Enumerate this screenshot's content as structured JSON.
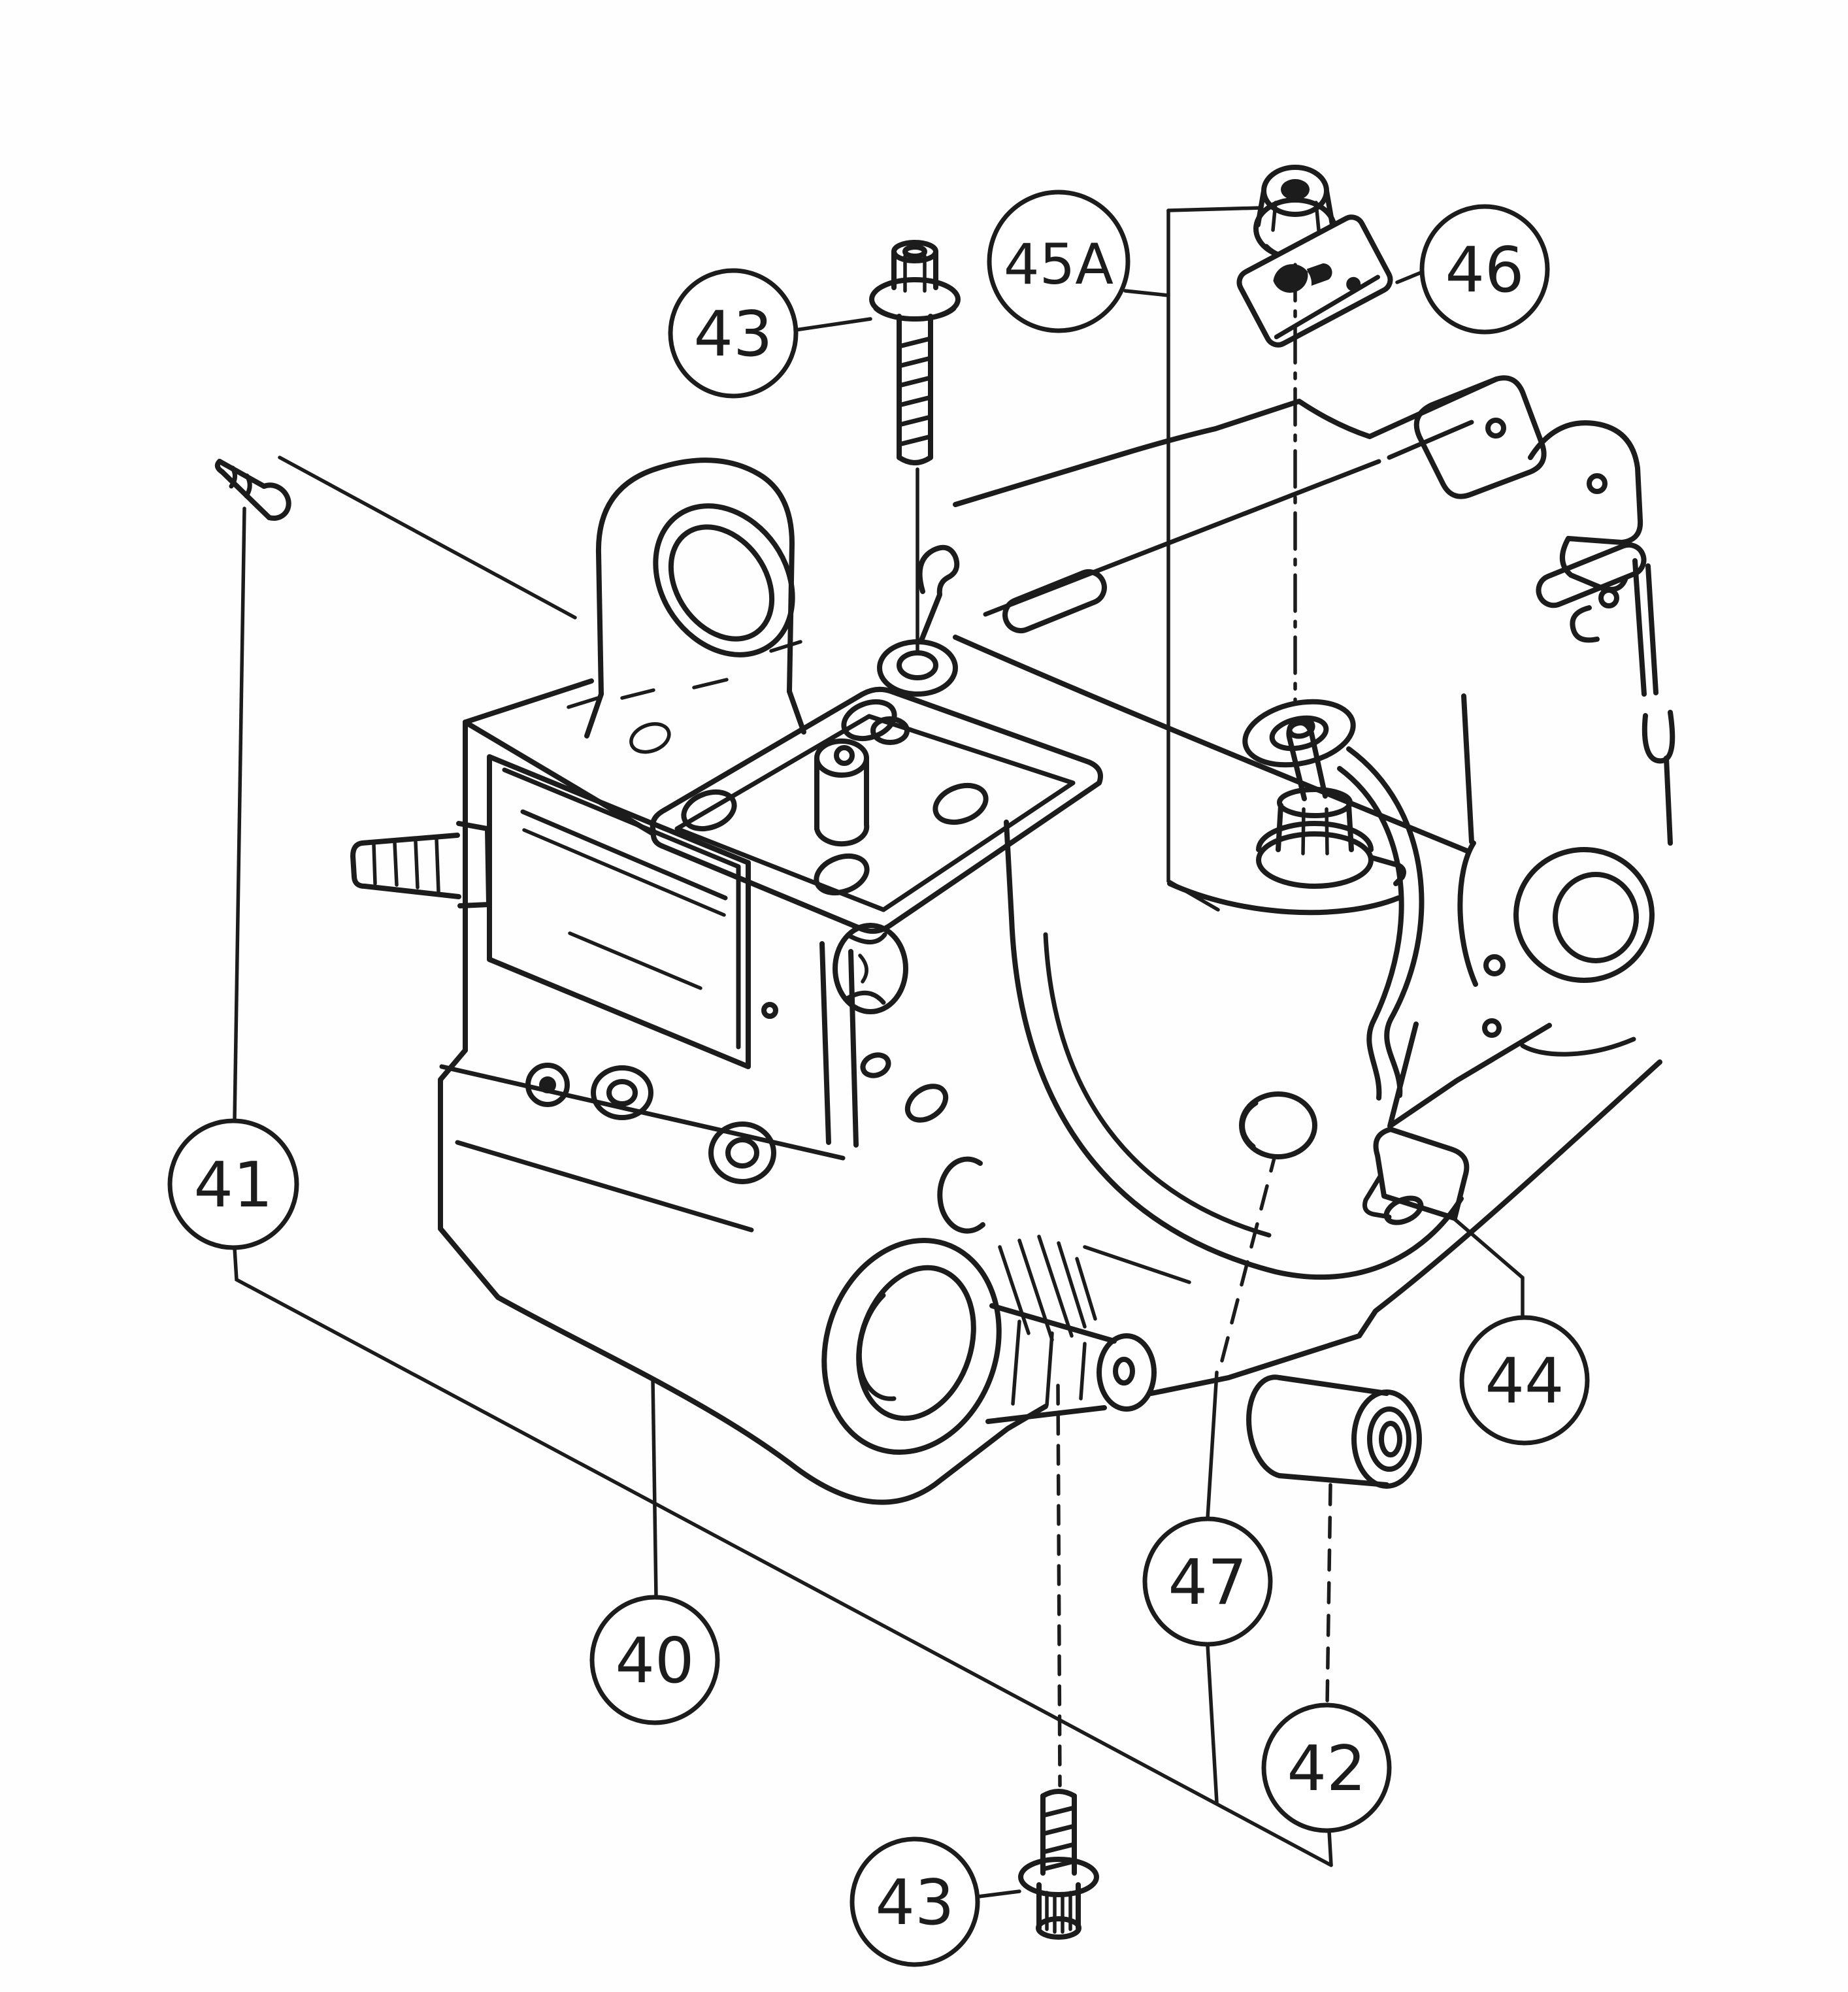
{
  "figure": {
    "background": "#fefefe",
    "line_color": "#1c1c1c",
    "callouts": [
      {
        "id": "43-top",
        "label": "43"
      },
      {
        "id": "45A",
        "label": "45A"
      },
      {
        "id": "46",
        "label": "46"
      },
      {
        "id": "41",
        "label": "41"
      },
      {
        "id": "40",
        "label": "40"
      },
      {
        "id": "47",
        "label": "47"
      },
      {
        "id": "42",
        "label": "42"
      },
      {
        "id": "44",
        "label": "44"
      },
      {
        "id": "43-bottom",
        "label": "43"
      }
    ]
  }
}
